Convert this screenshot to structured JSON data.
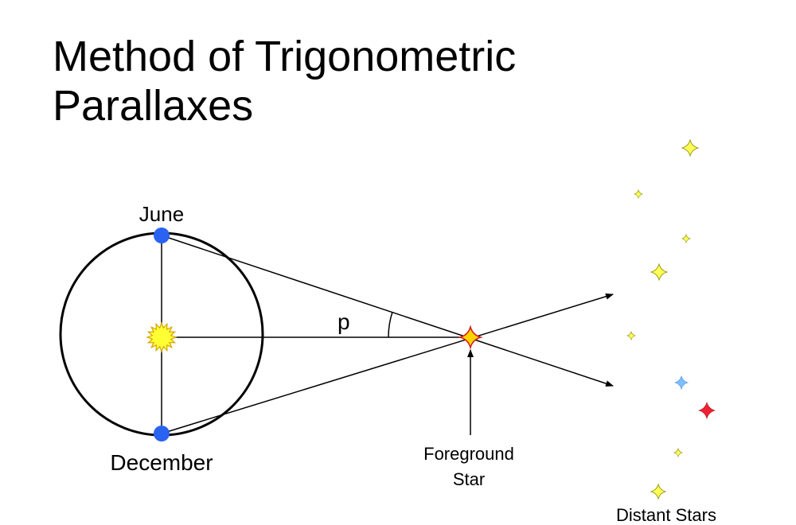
{
  "title": {
    "line1": "Method of Trigonometric",
    "line2": "Parallaxes"
  },
  "labels": {
    "june": "June",
    "december": "December",
    "angle": "p",
    "foreground_line1": "Foreground",
    "foreground_line2": "Star",
    "distant": "Distant Stars"
  },
  "colors": {
    "earth": "#2a62f2",
    "sun_fill": "#ffff33",
    "sun_stroke": "#d6a400",
    "foreground_star": "#ffd500",
    "foreground_star_outline": "#d21a1a",
    "star_yellow": "#ffff55",
    "star_blue": "#7cc0ff",
    "star_red": "#ee2233"
  },
  "icons": {
    "sun": "sun-icon",
    "earth": "earth-dot-icon",
    "foreground_star": "star-icon",
    "distant_stars": "star-icon"
  }
}
